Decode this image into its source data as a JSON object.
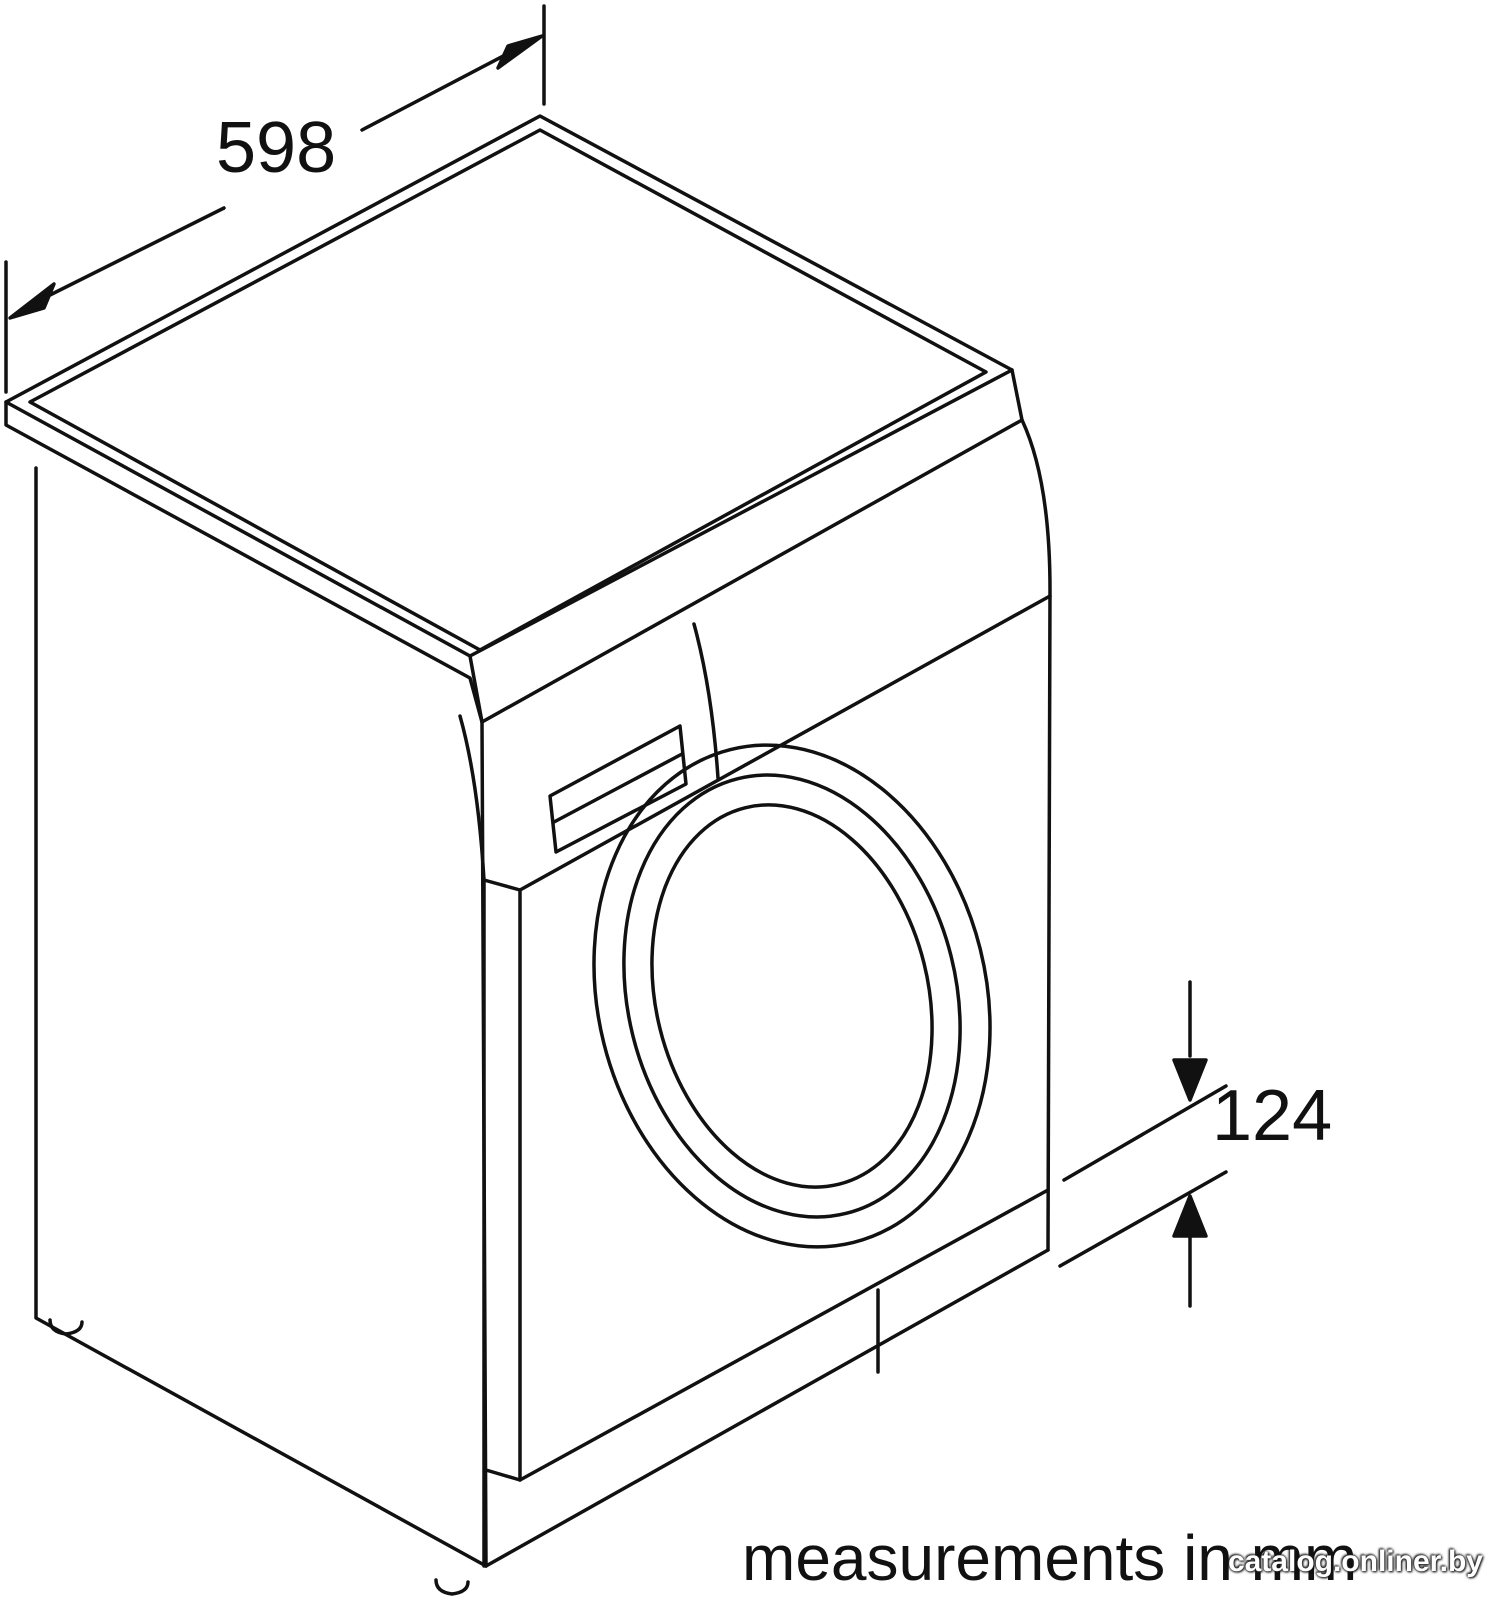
{
  "dimensions": {
    "width_value": "598",
    "foot_height_value": "124"
  },
  "units_note": "measurements in mm",
  "watermark": "catalog.onliner.by",
  "colors": {
    "line": "#111111",
    "background": "#ffffff"
  }
}
